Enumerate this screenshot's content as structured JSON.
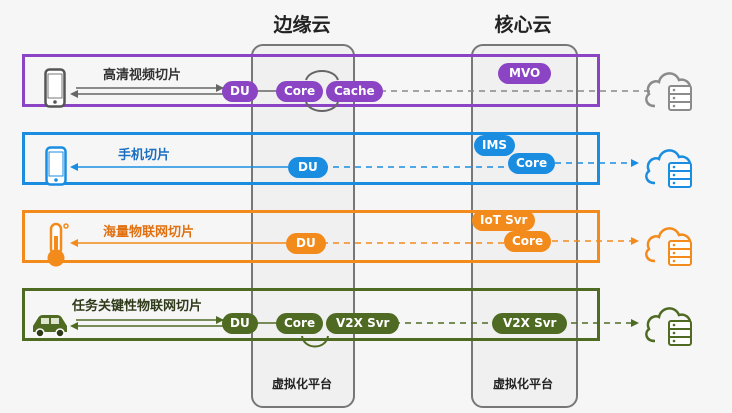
{
  "columns": {
    "edge": {
      "title": "边缘云",
      "footer": "虚拟化平台"
    },
    "core": {
      "title": "核心云",
      "footer": "虚拟化平台"
    }
  },
  "slices": [
    {
      "label": "高清视频切片",
      "color": "#8a44c4",
      "device_icon": "smartphone-icon",
      "edge_nodes": [
        "DU",
        "Core",
        "Cache"
      ],
      "core_nodes": [
        "MVO"
      ]
    },
    {
      "label": "手机切片",
      "color": "#1a8de0",
      "device_icon": "smartphone-icon",
      "edge_nodes": [
        "DU"
      ],
      "core_nodes": [
        "IMS",
        "Core"
      ]
    },
    {
      "label": "海量物联网切片",
      "color": "#f28a1c",
      "device_icon": "thermometer-icon",
      "edge_nodes": [
        "DU"
      ],
      "core_nodes": [
        "IoT Svr",
        "Core"
      ]
    },
    {
      "label": "任务关键性物联网切片",
      "color": "#4f6a22",
      "device_icon": "car-icon",
      "edge_nodes": [
        "DU",
        "Core",
        "V2X Svr"
      ],
      "core_nodes": [
        "V2X Svr"
      ]
    }
  ],
  "cloud_icon": "cloud-server-icon"
}
